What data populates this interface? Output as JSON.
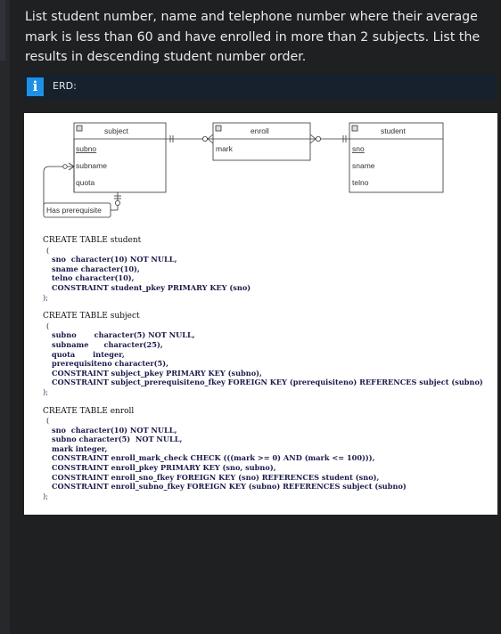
{
  "question": "List student number, name and telephone number where their average mark is less than 60 and have enrolled in more than 2 subjects. List the results in descending student number order.",
  "erd_label": "ERD:",
  "info_icon": "i",
  "entities": {
    "subject": {
      "title": "subject",
      "fields": [
        "subno",
        "subname",
        "quota"
      ]
    },
    "enroll": {
      "title": "enroll",
      "fields": [
        "mark"
      ]
    },
    "student": {
      "title": "student",
      "fields": [
        "sno",
        "sname",
        "telno"
      ]
    }
  },
  "relationship_label": "Has prerequisite",
  "sql": {
    "student": {
      "header": "CREATE TABLE student",
      "open": "(",
      "lines": [
        "sno  character(10) NOT NULL,",
        "sname character(10),",
        "telno character(10),",
        "CONSTRAINT student_pkey PRIMARY KEY (sno)"
      ],
      "close": ");"
    },
    "subject": {
      "header": "CREATE TABLE subject",
      "open": "(",
      "lines": [
        "subno       character(5) NOT NULL,",
        "subname      character(25),",
        "quota       integer,",
        "prerequisiteno character(5),",
        "CONSTRAINT subject_pkey PRIMARY KEY (subno),",
        "CONSTRAINT subject_prerequisiteno_fkey FOREIGN KEY (prerequisiteno) REFERENCES subject (subno)"
      ],
      "close": ");"
    },
    "enroll": {
      "header": "CREATE TABLE enroll",
      "open": "(",
      "lines": [
        "sno  character(10) NOT NULL,",
        "subno character(5)  NOT NULL,",
        "mark integer,",
        "CONSTRAINT enroll_mark_check CHECK (((mark >= 0) AND (mark <= 100))),",
        "CONSTRAINT enroll_pkey PRIMARY KEY (sno, subno),",
        "CONSTRAINT enroll_sno_fkey FOREIGN KEY (sno) REFERENCES student (sno),",
        "CONSTRAINT enroll_subno_fkey FOREIGN KEY (subno) REFERENCES subject (subno)"
      ],
      "close": ");"
    }
  }
}
